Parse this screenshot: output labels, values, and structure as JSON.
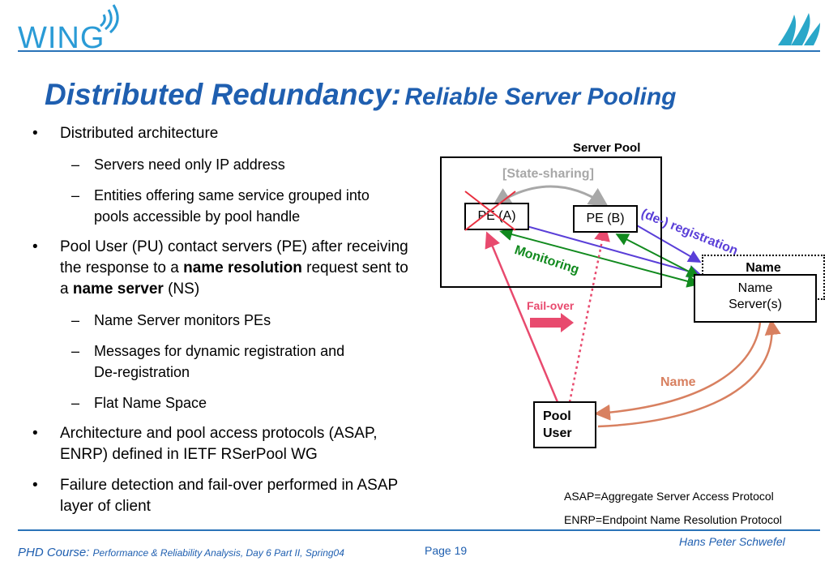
{
  "header": {
    "logo_text": "WING"
  },
  "title": {
    "main": "Distributed Redundancy:",
    "sub": "Reliable Server Pooling"
  },
  "bullets": [
    {
      "text": "Distributed architecture"
    },
    {
      "text": "Servers need only IP address"
    },
    {
      "text": "Entities offering same service grouped into pools accessible by pool handle"
    },
    {
      "pre": "Pool User (PU) contact servers (PE) after receiving the response to a ",
      "bold1": "name resolution",
      "mid": " request sent to a ",
      "bold2": "name server",
      "post": " (NS)"
    },
    {
      "text": "Name Server monitors PEs"
    },
    {
      "text": "Messages for dynamic registration and De-registration"
    },
    {
      "text": "Flat Name Space"
    },
    {
      "text": "Architecture and pool access protocols (ASAP, ENRP) defined in IETF RSerPool WG"
    },
    {
      "text": "Failure detection and fail-over performed in ASAP layer of client"
    }
  ],
  "diagram": {
    "server_pool_label": "Server Pool",
    "state_sharing": "[State-sharing]",
    "pe_a": "PE (A)",
    "pe_b": "PE (B)",
    "registration": "(de-) registration",
    "monitoring": "Monitoring",
    "failover": "Fail-over",
    "name_back": "Name",
    "name_server": "Name Server(s)",
    "name_query": "Name",
    "pool_user": "Pool User",
    "asap": "ASAP=Aggregate Server Access Protocol",
    "enrp": "ENRP=Endpoint Name Resolution Protocol",
    "colors": {
      "blue": "#1f5fb0",
      "purple": "#5a3fd8",
      "green": "#118a1e",
      "pink": "#e84a6e",
      "salmon": "#d88060",
      "gray": "#a8a8a8"
    }
  },
  "footer": {
    "course_label": "PHD Course:",
    "course_detail": "Performance & Reliability Analysis, Day 6 Part II, Spring04",
    "page": "Page 19",
    "author": "Hans Peter Schwefel"
  }
}
